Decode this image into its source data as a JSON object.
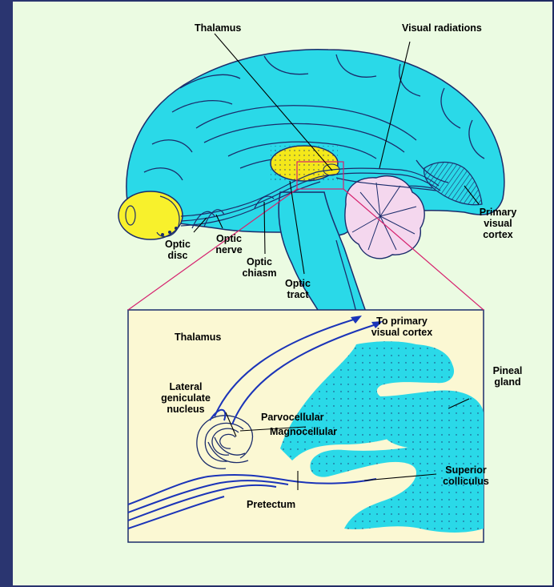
{
  "labels": {
    "thalamus_top": "Thalamus",
    "visual_radiations": "Visual radiations",
    "primary_visual_cortex": [
      "Primary",
      "visual",
      "cortex"
    ],
    "optic_disc": [
      "Optic",
      "disc"
    ],
    "optic_nerve": [
      "Optic",
      "nerve"
    ],
    "optic_chiasm": [
      "Optic",
      "chiasm"
    ],
    "optic_tract": [
      "Optic",
      "tract"
    ],
    "inset_thalamus": "Thalamus",
    "to_primary_visual_cortex": [
      "To primary",
      "visual cortex"
    ],
    "lateral_geniculate_nucleus": [
      "Lateral",
      "geniculate",
      "nucleus"
    ],
    "parvocellular": "Parvocellular",
    "magnocellular": "Magnocellular",
    "pineal_gland": [
      "Pineal",
      "gland"
    ],
    "superior_colliculus": [
      "Superior",
      "colliculus"
    ],
    "pretectum": "Pretectum"
  },
  "colors": {
    "background": "#1f2a63",
    "panel": "#ebfbe2",
    "brain": "#2ad9e8",
    "thalamus": "#f4e81a",
    "eye": "#f8f12c",
    "cerebellum": "#f4d7ee",
    "inset": "#fbf8d3",
    "connector": "#d6226e",
    "arrow": "#1b34b8"
  }
}
